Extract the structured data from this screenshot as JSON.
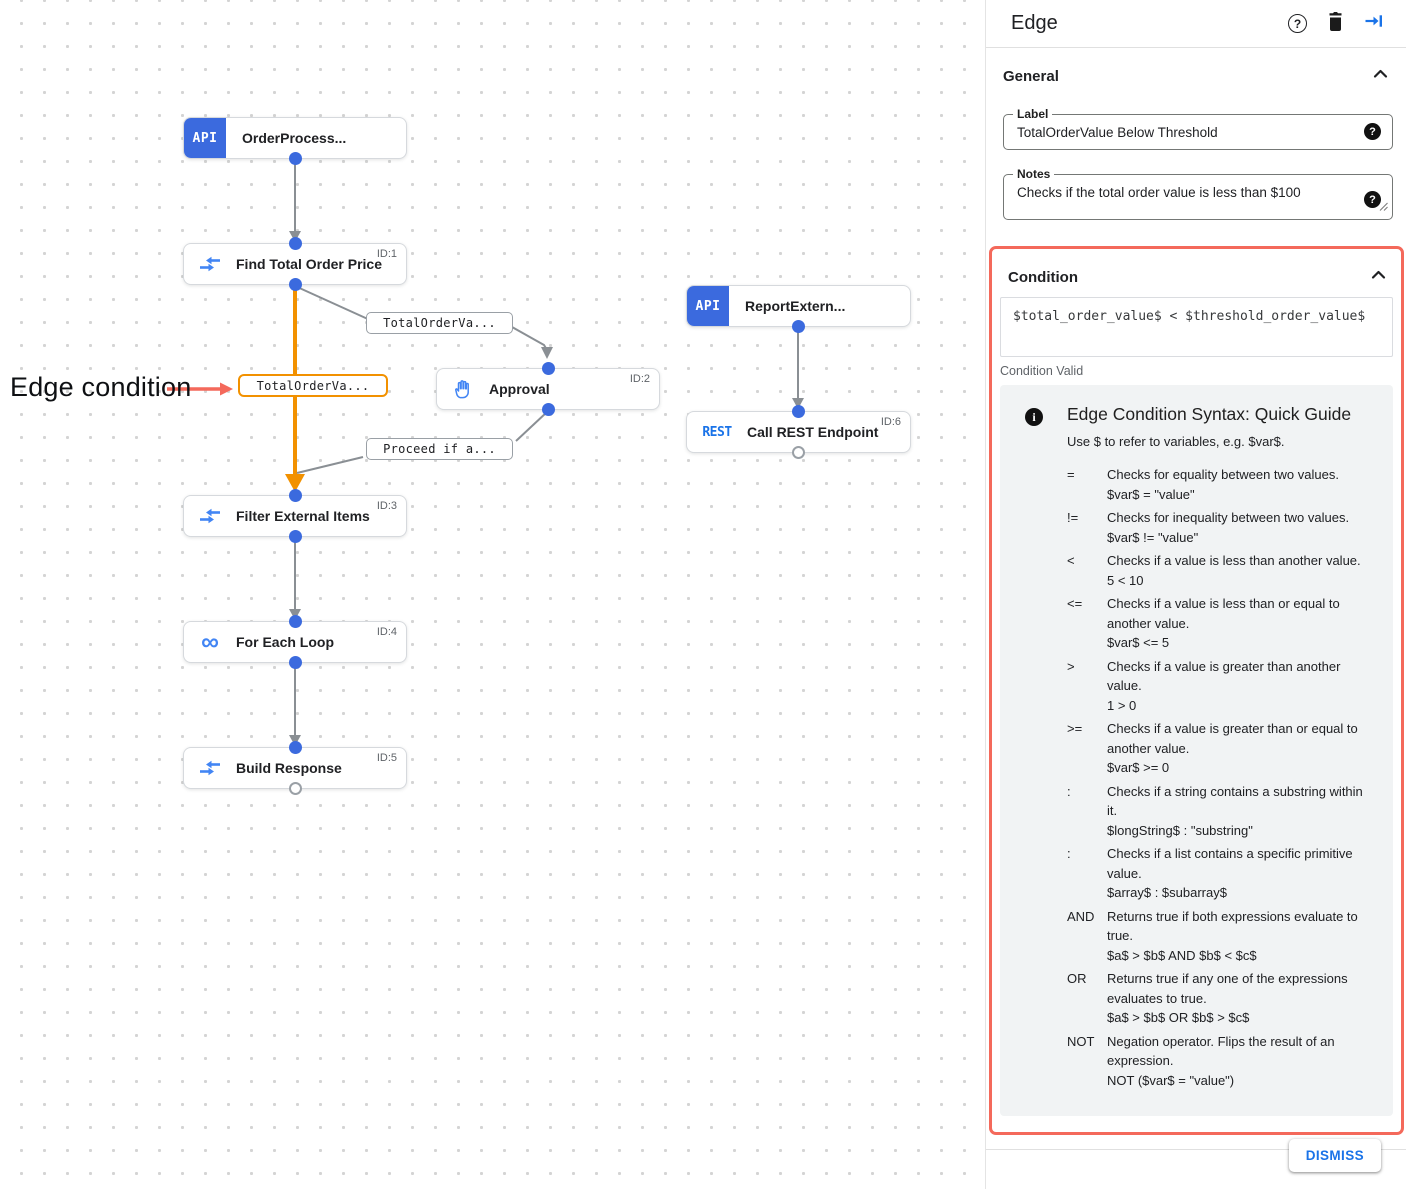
{
  "colors": {
    "accent_blue": "#1a73e8",
    "node_badge_blue": "#3B6ADE",
    "icon_blue": "#4285F4",
    "selected_edge_orange": "#F29100",
    "annotation_red": "#F4695B",
    "edge_gray": "#8a8f94"
  },
  "canvas": {
    "annotation_label": "Edge condition",
    "api_badge": "API",
    "rest_badge": "REST",
    "loop_glyph": "∞",
    "nodes": {
      "order_process": {
        "title": "OrderProcess...",
        "id": ""
      },
      "find_total": {
        "title": "Find Total Order Price",
        "id": "ID:1"
      },
      "approval": {
        "title": "Approval",
        "id": "ID:2"
      },
      "filter": {
        "title": "Filter External Items",
        "id": "ID:3"
      },
      "for_each": {
        "title": "For Each Loop",
        "id": "ID:4"
      },
      "build_response": {
        "title": "Build Response",
        "id": "ID:5"
      },
      "report_extern": {
        "title": "ReportExtern...",
        "id": ""
      },
      "call_rest": {
        "title": "Call REST Endpoint",
        "id": "ID:6"
      }
    },
    "edge_labels": {
      "to_approval": "TotalOrderVa...",
      "selected": "TotalOrderVa...",
      "from_approval": "Proceed if a..."
    }
  },
  "panel": {
    "title": "Edge",
    "general": {
      "heading": "General",
      "label_field": {
        "label": "Label",
        "value": "TotalOrderValue Below Threshold"
      },
      "notes_field": {
        "label": "Notes",
        "value": "Checks if the total order value is less than $100"
      },
      "help_badge": "?"
    },
    "condition": {
      "heading": "Condition",
      "expression": "$total_order_value$ < $threshold_order_value$",
      "status": "Condition Valid",
      "guide": {
        "title": "Edge Condition Syntax: Quick Guide",
        "subtitle": "Use $ to refer to variables, e.g. $var$.",
        "items": [
          {
            "op": "=",
            "desc": "Checks for equality between two values.",
            "example": "$var$ = \"value\""
          },
          {
            "op": "!=",
            "desc": "Checks for inequality between two values.",
            "example": "$var$ != \"value\""
          },
          {
            "op": "<",
            "desc": "Checks if a value is less than another value.",
            "example": "5 < 10"
          },
          {
            "op": "<=",
            "desc": "Checks if a value is less than or equal to another value.",
            "example": "$var$ <= 5"
          },
          {
            "op": ">",
            "desc": "Checks if a value is greater than another value.",
            "example": "1 > 0"
          },
          {
            "op": ">=",
            "desc": "Checks if a value is greater than or equal to another value.",
            "example": "$var$ >= 0"
          },
          {
            "op": ":",
            "desc": "Checks if a string contains a substring within it.",
            "example": "$longString$ : \"substring\""
          },
          {
            "op": ":",
            "desc": "Checks if a list contains a specific primitive value.",
            "example": "$array$ : $subarray$"
          },
          {
            "op": "AND",
            "desc": "Returns true if both expressions evaluate to true.",
            "example": "$a$ > $b$ AND $b$ < $c$"
          },
          {
            "op": "OR",
            "desc": "Returns true if any one of the expressions evaluates to true.",
            "example": "$a$ > $b$ OR $b$ > $c$"
          },
          {
            "op": "NOT",
            "desc": "Negation operator. Flips the result of an expression.",
            "example": "NOT ($var$ = \"value\")"
          }
        ]
      }
    },
    "dismiss": "DISMISS"
  }
}
